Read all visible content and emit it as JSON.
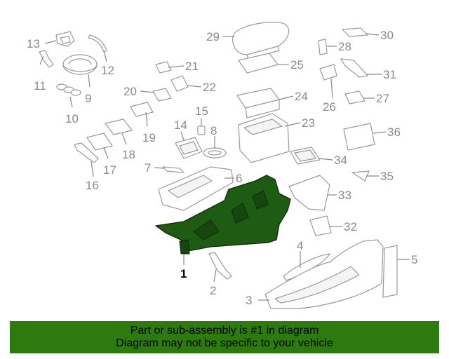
{
  "diagram": {
    "callouts": [
      "1",
      "2",
      "3",
      "4",
      "5",
      "6",
      "7",
      "8",
      "9",
      "10",
      "11",
      "12",
      "13",
      "14",
      "15",
      "16",
      "17",
      "18",
      "19",
      "20",
      "21",
      "22",
      "23",
      "24",
      "25",
      "26",
      "27",
      "28",
      "29",
      "30",
      "31",
      "32",
      "33",
      "34",
      "35",
      "36"
    ],
    "highlight_color": "#1f5c13"
  },
  "banner": {
    "line1": "Part or sub-assembly is #1 in diagram",
    "line2": "Diagram may not be specific to your vehicle",
    "background": "#2d7a0f"
  }
}
